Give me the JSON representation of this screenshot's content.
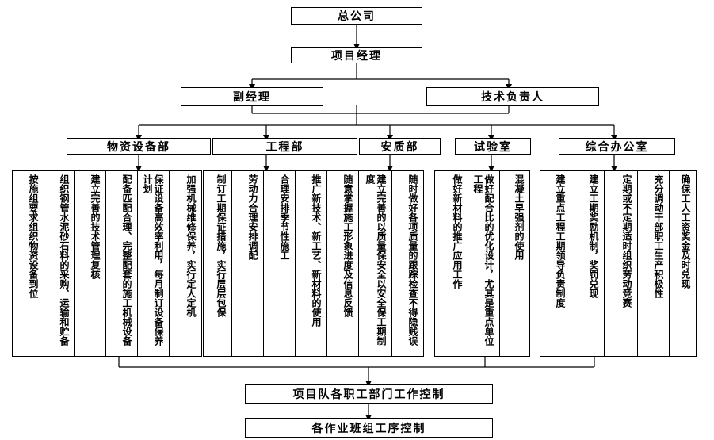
{
  "top": {
    "company": "总公司",
    "manager": "项目经理"
  },
  "level2": {
    "deputy": "副经理",
    "tech_lead": "技术负责人"
  },
  "departments": [
    {
      "name": "物资设备部"
    },
    {
      "name": "工程部"
    },
    {
      "name": "安质部"
    },
    {
      "name": "试验室"
    },
    {
      "name": "综合办公室"
    }
  ],
  "columns": [
    "按施组要求组织物资设备到位",
    "组织钢管水泥砂石料的采购、运输和贮备",
    "建立完善的技术管理复核",
    "配备匹配合理、完整配套的施工机械设备",
    "保证设备高效率利用，每月制订设备保养计划",
    "加强机械维修保养，实行定人定机",
    "制订工期保证措施，实行层层包保",
    "劳动力合理安排调配",
    "合理安排季节性施工",
    "推广新技术、新工艺、新材料的使用",
    "随意掌握施工形象进度及信息反馈",
    "建立完善的以质量保安全以安全保工期制度",
    "随时做好各项质量的跟踪检查不得隐贱误",
    "做好新材料的推广应用工作",
    "做好配合比的优化设计，尤其是重点单位工程",
    "混凝土早强剂的使用",
    "建立重点工程工期领导负责制度",
    "建立工期奖励机制，奖罚兑现",
    "定期或不定期适时组织劳动竞赛",
    "充分调动干部职工生产积极性",
    "确保工人工资奖金及时兑现"
  ],
  "bottom": {
    "team_control": "项目队各职工部门工作控制",
    "crew_control": "各作业班组工序控制"
  }
}
